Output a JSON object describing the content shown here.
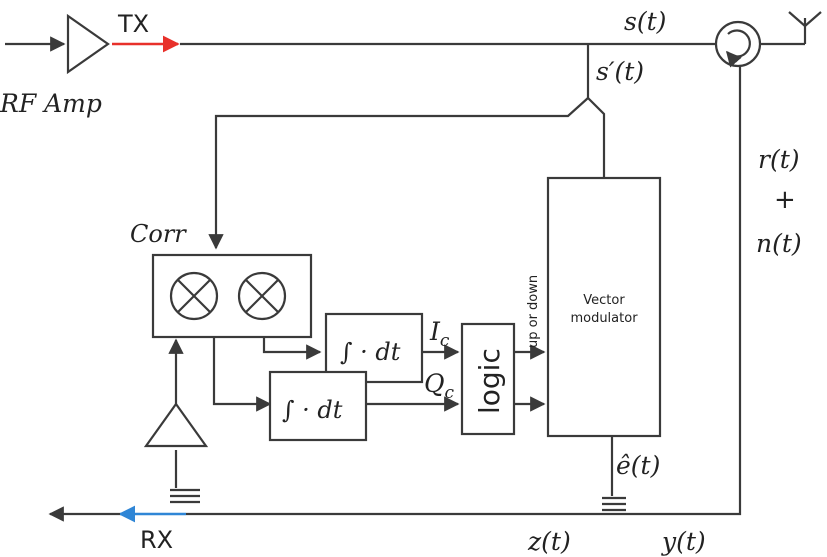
{
  "colors": {
    "line": "#3a3a3a",
    "tx_accent": "#e8302a",
    "rx_accent": "#2f86d6"
  },
  "labels": {
    "tx": "TX",
    "rx": "RX",
    "rf_amp": "RF Amp",
    "s_t": "s(t)",
    "s_prime_t": "s′(t)",
    "r_t": "r(t)",
    "plus": "+",
    "n_t": "n(t)",
    "corr": "Corr",
    "integ_top": "∫ · dt",
    "integ_bottom": "∫ · dt",
    "ic": "I",
    "ic_sub": "c",
    "qc": "Q",
    "qc_sub": "c",
    "logic": "logic",
    "up_down": "up or down",
    "vm_line1": "Vector",
    "vm_line2": "modulator",
    "e_hat": "ê(t)",
    "z_t": "z(t)",
    "y_t": "y(t)"
  },
  "icons": [
    "antenna-icon",
    "circulator-icon",
    "amplifier-icon",
    "multiplier-icon",
    "ground-icon",
    "arrow-icon"
  ]
}
